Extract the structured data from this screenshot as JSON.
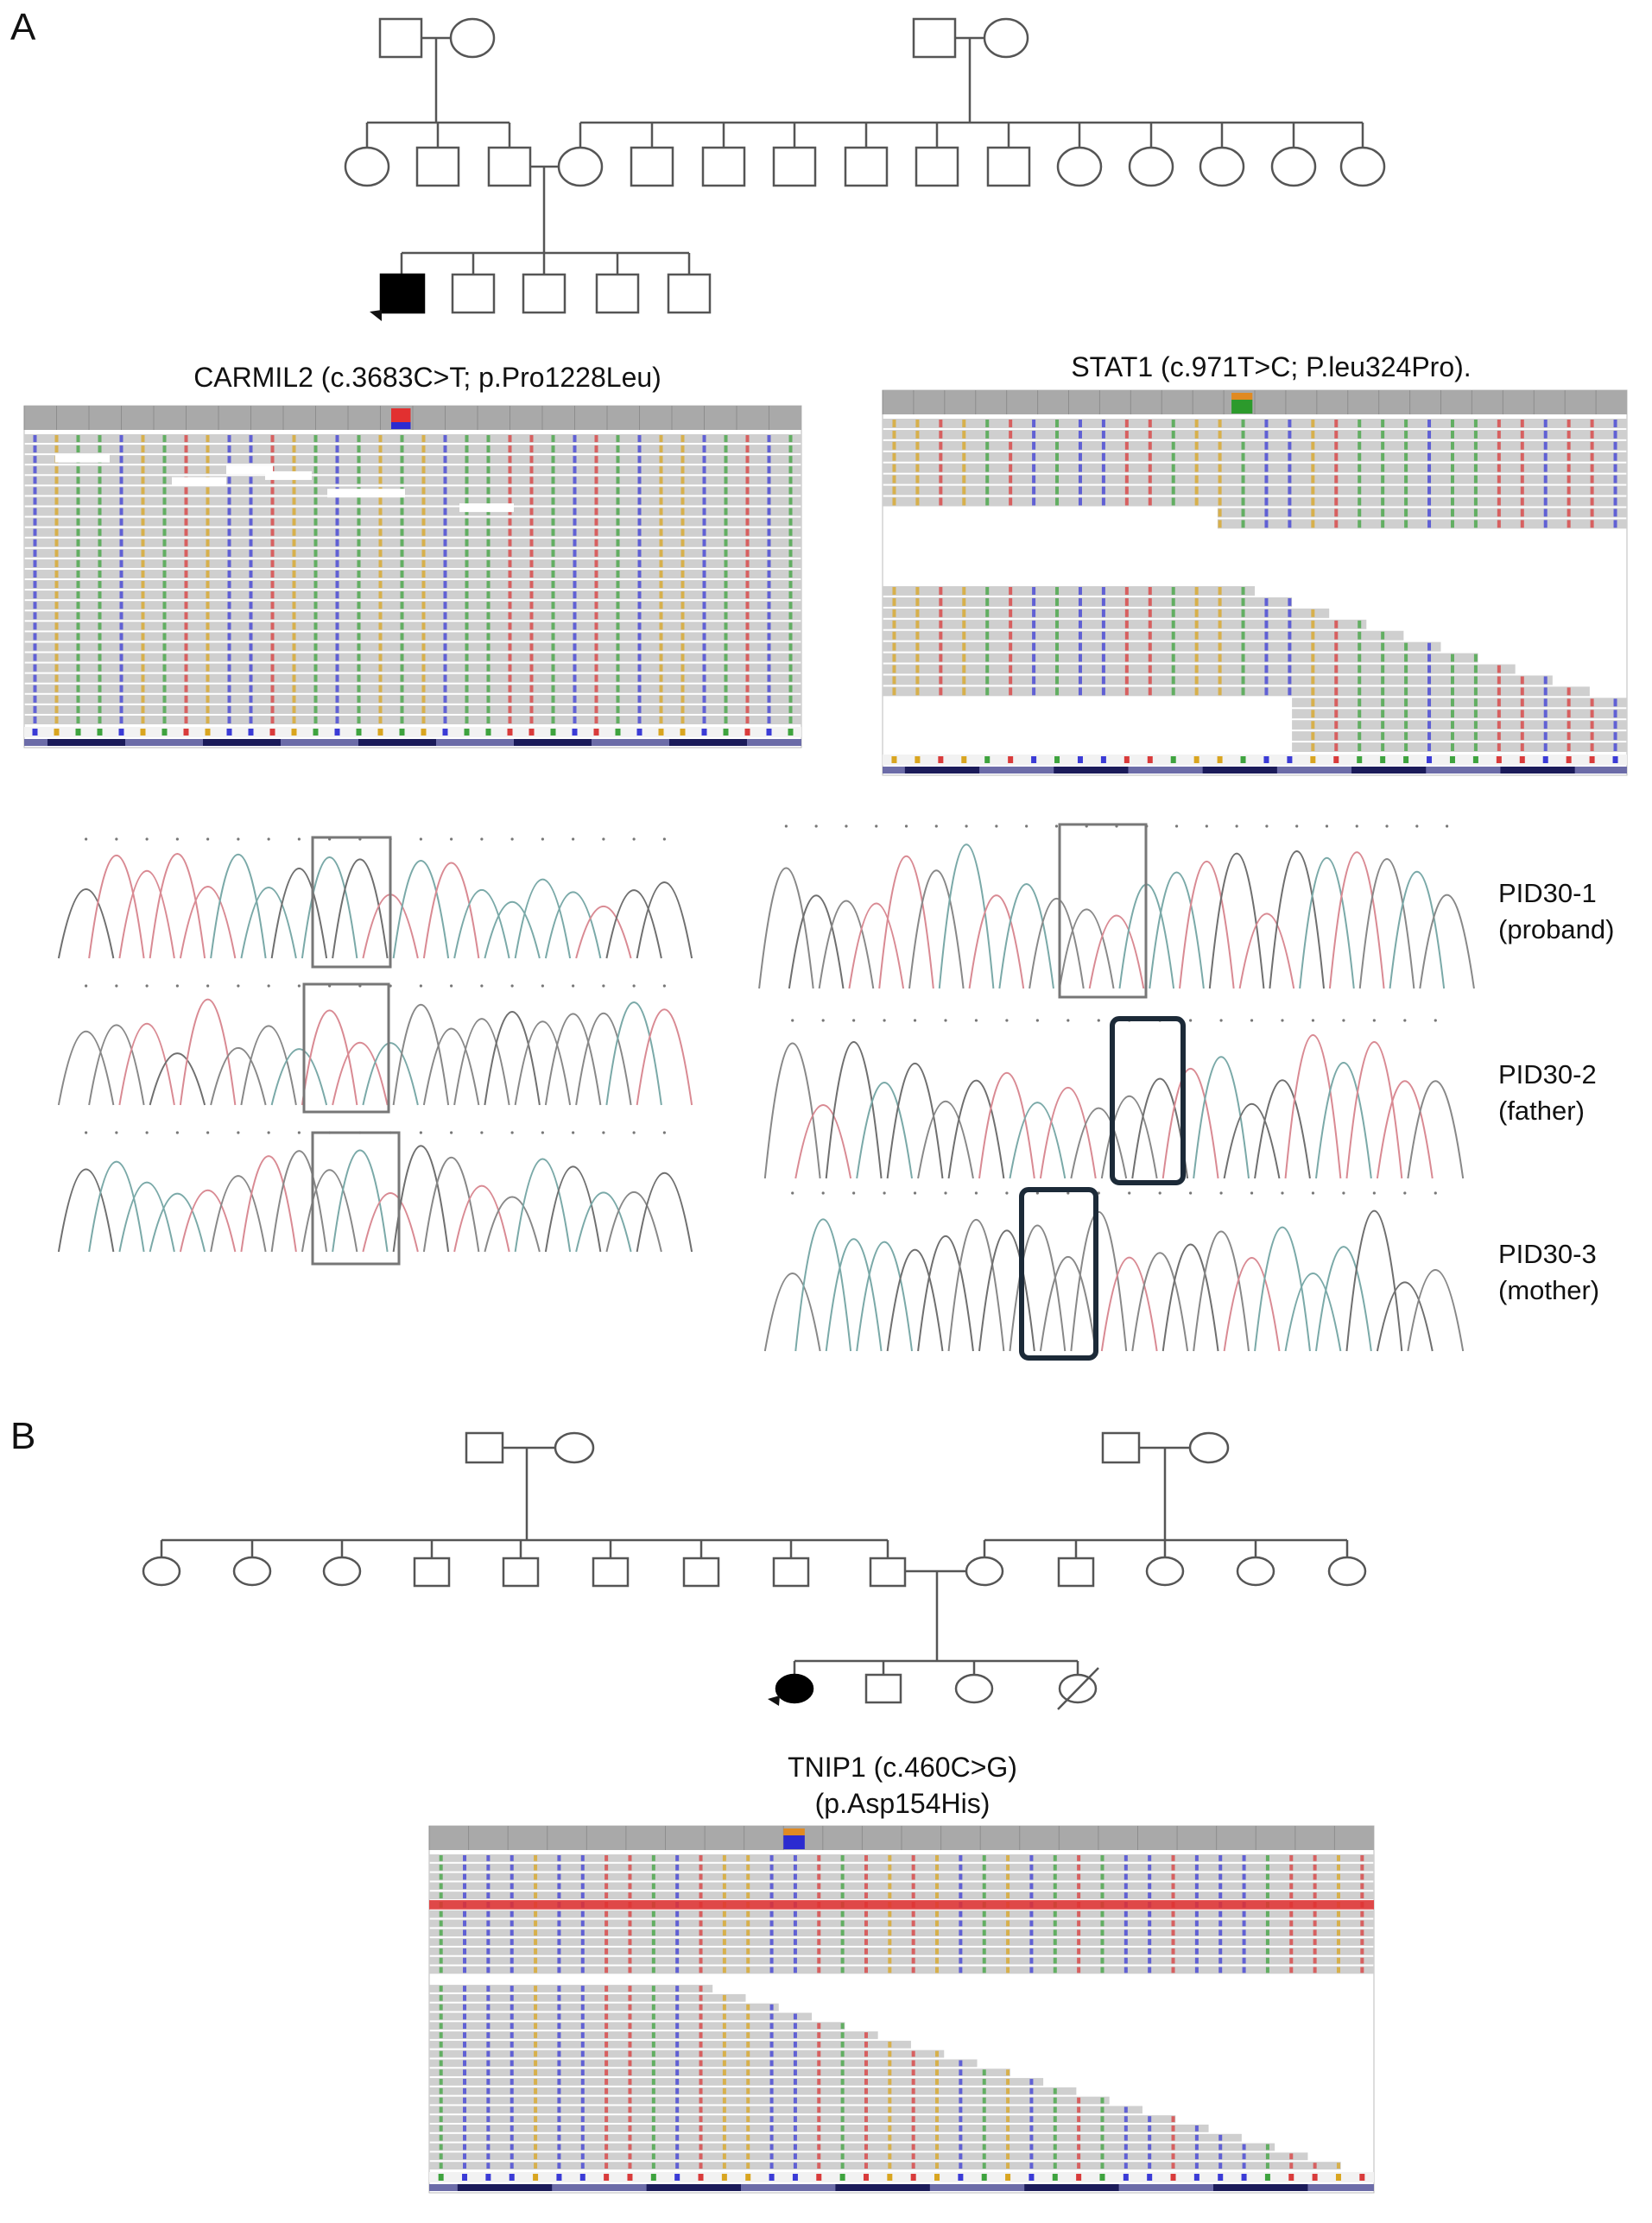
{
  "panel_a": {
    "letter": "A",
    "carmil2_title": "CARMIL2 (c.3683C>T; p.Pro1228Leu)",
    "stat1_title": "STAT1 (c.971T>C; P.leu324Pro).",
    "samples": [
      {
        "id": "PID30-1",
        "role": "(proband)"
      },
      {
        "id": "PID30-2",
        "role": "(father)"
      },
      {
        "id": "PID30-3",
        "role": "(mother)"
      }
    ]
  },
  "panel_b": {
    "letter": "B",
    "tnip1_title_line1": "TNIP1 (c.460C>G)",
    "tnip1_title_line2": "(p.Asp154His)"
  },
  "colors": {
    "line": "#555555",
    "affected": "#000000",
    "read_grey": "#cfcfcf",
    "base_a": "#3ea33e",
    "base_c": "#3b3bd6",
    "base_g": "#d9a520",
    "base_t": "#d93b3b",
    "variant_red": "#e23030",
    "variant_blue": "#2b2bd0",
    "variant_orange": "#e08a22",
    "variant_green": "#2c9a2c",
    "trace_grey": "#6f6f6f",
    "trace_pink": "#d98a93",
    "trace_teal": "#7aa9a8",
    "box_dark": "#1c2a38"
  }
}
